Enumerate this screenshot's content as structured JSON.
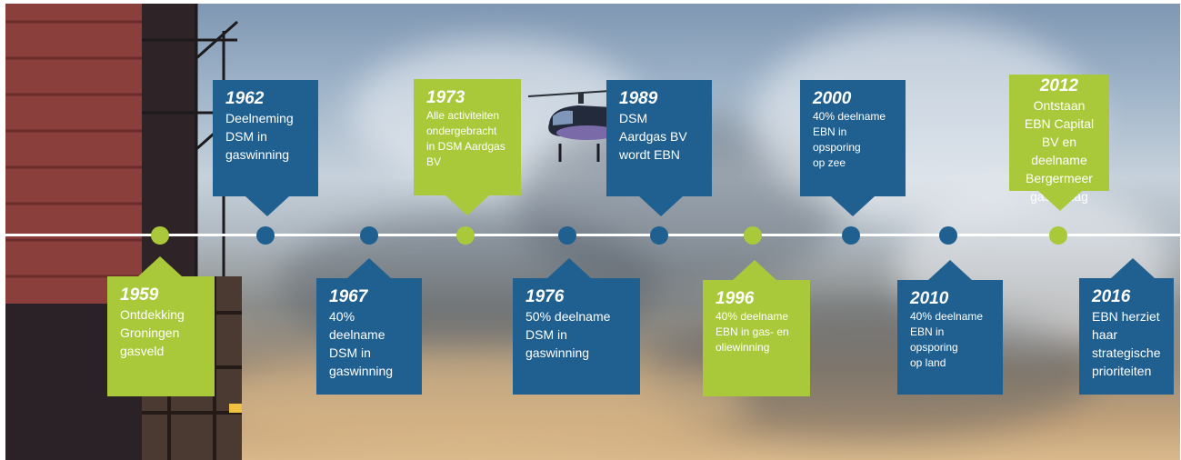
{
  "colors": {
    "blue": "#1f6091",
    "green": "#a9c93b",
    "line": "#ffffff"
  },
  "events": [
    {
      "year": "1959",
      "desc": "Ontdekking\nGroningen\ngasveld",
      "color": "green",
      "side": "below"
    },
    {
      "year": "1962",
      "desc": "Deelneming\nDSM in\ngaswinning",
      "color": "blue",
      "side": "above"
    },
    {
      "year": "1967",
      "desc": "40% deelname\nDSM in\ngaswinning",
      "color": "blue",
      "side": "below"
    },
    {
      "year": "1973",
      "desc": "Alle activiteiten\nondergebracht\nin DSM Aardgas\nBV",
      "color": "green",
      "side": "above"
    },
    {
      "year": "1976",
      "desc": "50% deelname\nDSM in gaswinning",
      "color": "blue",
      "side": "below"
    },
    {
      "year": "1989",
      "desc": "DSM\nAardgas BV\nwordt EBN",
      "color": "blue",
      "side": "above"
    },
    {
      "year": "1996",
      "desc": "40% deelname\nEBN in gas- en\noliewinning",
      "color": "green",
      "side": "below"
    },
    {
      "year": "2000",
      "desc": "40% deelname\nEBN in opsporing\nop zee",
      "color": "blue",
      "side": "above"
    },
    {
      "year": "2010",
      "desc": "40% deelname\nEBN in opsporing\nop land",
      "color": "blue",
      "side": "below"
    },
    {
      "year": "2012",
      "desc": "Ontstaan\nEBN Capital\nBV en\ndeelname\nBergermeer\ngasopslag",
      "color": "green",
      "side": "above"
    },
    {
      "year": "2016",
      "desc": "EBN herziet\nhaar\nstrategische\nprioriteiten",
      "color": "blue",
      "side": "below"
    }
  ],
  "images": {
    "platform": "offshore-platform-illustration",
    "helicopter": "helicopter-illustration"
  }
}
